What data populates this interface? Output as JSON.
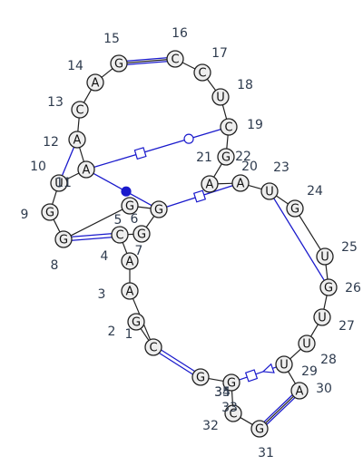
{
  "nucleotides": [
    {
      "n": "1",
      "base": "G"
    },
    {
      "n": "2",
      "base": "C"
    },
    {
      "n": "3",
      "base": "A"
    },
    {
      "n": "4",
      "base": "A"
    },
    {
      "n": "5",
      "base": "C"
    },
    {
      "n": "6",
      "base": "G"
    },
    {
      "n": "7",
      "base": "G"
    },
    {
      "n": "8",
      "base": "G"
    },
    {
      "n": "9",
      "base": "G"
    },
    {
      "n": "10",
      "base": "G"
    },
    {
      "n": "11",
      "base": "U"
    },
    {
      "n": "12",
      "base": "A"
    },
    {
      "n": "13",
      "base": "A"
    },
    {
      "n": "14",
      "base": "C"
    },
    {
      "n": "15",
      "base": "A"
    },
    {
      "n": "16",
      "base": "G"
    },
    {
      "n": "17",
      "base": "C"
    },
    {
      "n": "18",
      "base": "C"
    },
    {
      "n": "19",
      "base": "U"
    },
    {
      "n": "20",
      "base": "C"
    },
    {
      "n": "21",
      "base": "G"
    },
    {
      "n": "22",
      "base": "A"
    },
    {
      "n": "23",
      "base": "A"
    },
    {
      "n": "24",
      "base": "U"
    },
    {
      "n": "25",
      "base": "G"
    },
    {
      "n": "26",
      "base": "U"
    },
    {
      "n": "27",
      "base": "G"
    },
    {
      "n": "28",
      "base": "U"
    },
    {
      "n": "29",
      "base": "U"
    },
    {
      "n": "30",
      "base": "U"
    },
    {
      "n": "31",
      "base": "A"
    },
    {
      "n": "32",
      "base": "G"
    },
    {
      "n": "33",
      "base": "C"
    },
    {
      "n": "34",
      "base": "G"
    },
    {
      "n": "35",
      "base": "G"
    }
  ],
  "pairs": [
    {
      "a": "2",
      "b": "35",
      "type": "double"
    },
    {
      "a": "9",
      "b": "5",
      "type": "double"
    },
    {
      "a": "16",
      "b": "17",
      "type": "double"
    },
    {
      "a": "32",
      "b": "31",
      "type": "double"
    },
    {
      "a": "11",
      "b": "13",
      "type": "single"
    },
    {
      "a": "12",
      "b": "7",
      "type": "filled-circle"
    },
    {
      "a": "12",
      "b": "20",
      "type": "square-circle"
    },
    {
      "a": "7",
      "b": "23",
      "type": "square"
    },
    {
      "a": "24",
      "b": "27",
      "type": "single"
    },
    {
      "a": "30",
      "b": "34",
      "type": "triangle-square"
    }
  ]
}
